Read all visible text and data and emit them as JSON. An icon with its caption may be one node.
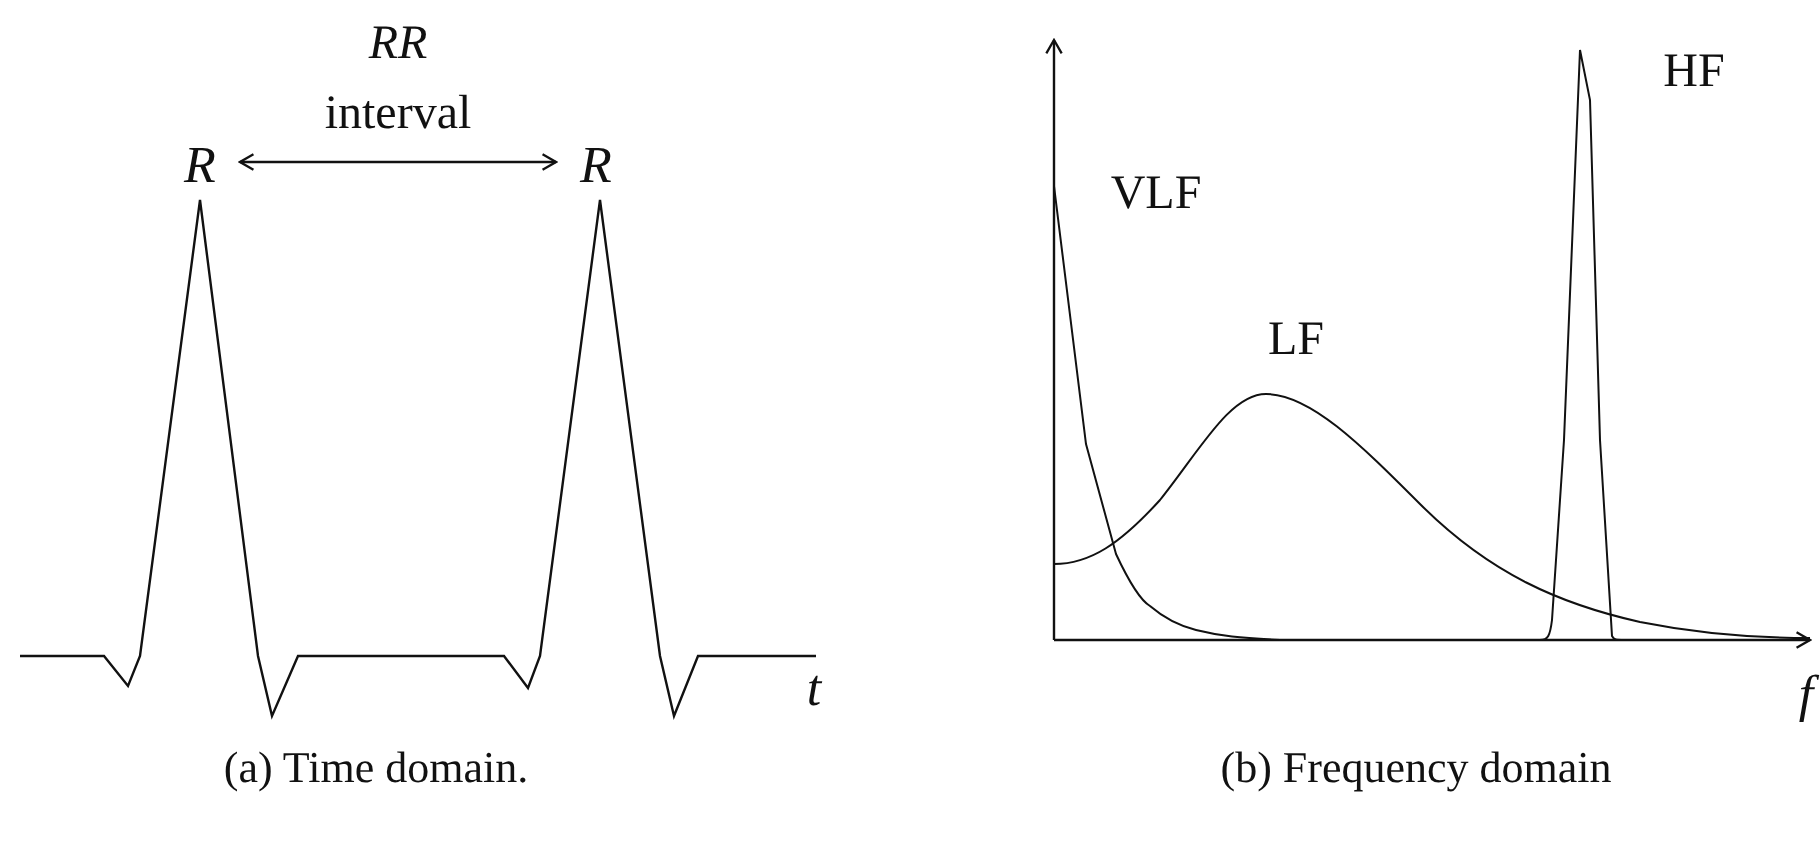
{
  "diagram": {
    "nodes": [
      {
        "text": [
          "R"
        ]
      },
      {
        "text": [
          "R"
        ]
      }
    ],
    "edges": [
      {
        "from": 0,
        "to": 1,
        "arrow": "both",
        "label": "*RR* interval"
      }
    ],
    "labels": [
      "t",
      "VLF",
      "LF",
      "HF",
      "f",
      "(a) Time domain.",
      "(b) Frequency domain"
    ]
  }
}
